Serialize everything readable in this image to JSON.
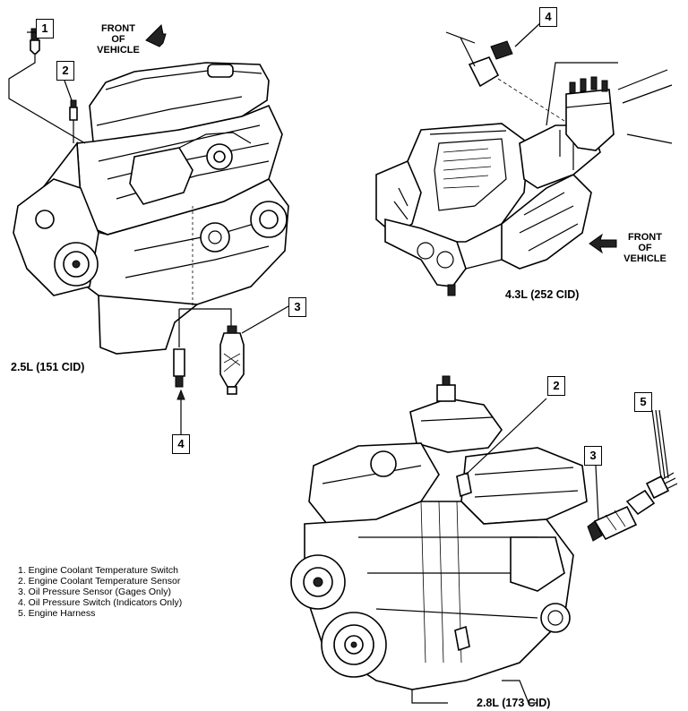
{
  "figure": {
    "direction_labels": [
      {
        "line1": "FRONT",
        "line2": "OF",
        "line3": "VEHICLE"
      },
      {
        "line1": "FRONT",
        "line2": "OF",
        "line3": "VEHICLE"
      }
    ],
    "engines": [
      {
        "label": "2.5L (151 CID)"
      },
      {
        "label": "4.3L (252 CID)"
      },
      {
        "label": "2.8L (173 CID)"
      }
    ],
    "callouts": [
      "1",
      "2",
      "3",
      "4",
      "4",
      "2",
      "3",
      "5"
    ],
    "legend": [
      "1. Engine Coolant Temperature Switch",
      "2. Engine Coolant Temperature Sensor",
      "3. Oil Pressure Sensor (Gages Only)",
      "4. Oil Pressure Switch (Indicators Only)",
      "5. Engine Harness"
    ]
  }
}
